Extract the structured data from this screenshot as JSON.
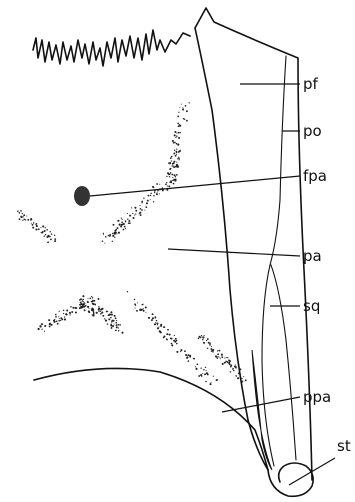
{
  "figure": {
    "labels": {
      "pf": "pf",
      "po": "po",
      "fpa": "fpa",
      "pa": "pa",
      "sq": "sq",
      "ppa": "ppa",
      "st": "st"
    }
  }
}
